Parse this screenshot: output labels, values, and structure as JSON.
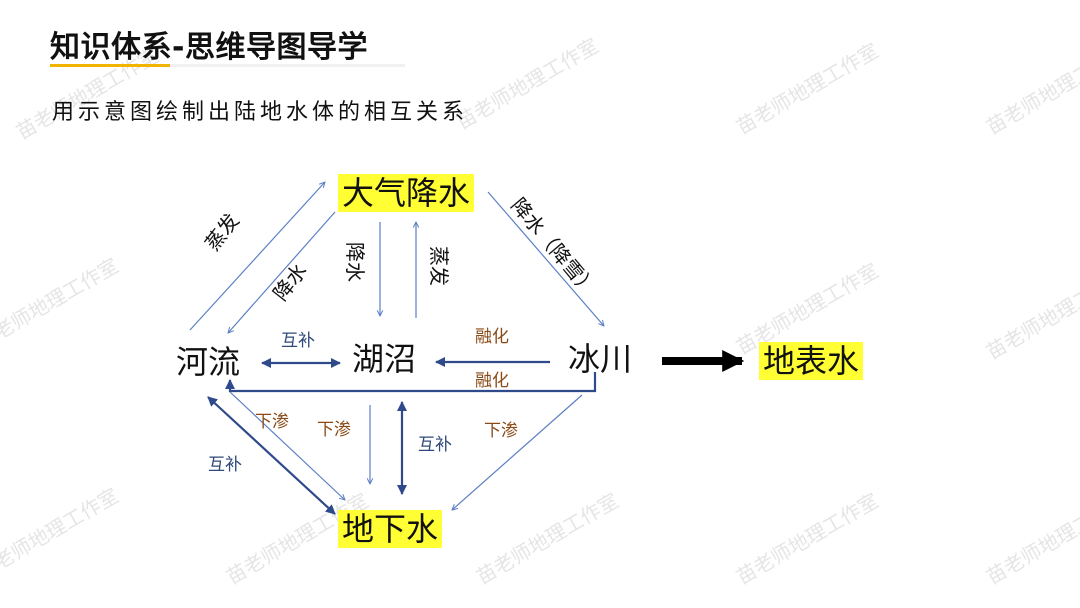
{
  "slide": {
    "title": "知识体系-思维导图导学",
    "subtitle": "用示意图绘制出陆地水体的相互关系",
    "watermark": "苗老师地理工作室"
  },
  "nodes": {
    "precipitation": "大气降水",
    "river": "河流",
    "lake": "湖沼",
    "glacier": "冰川",
    "groundwater": "地下水",
    "surface_water": "地表水"
  },
  "edges": {
    "river_to_precip": "蒸发",
    "precip_to_river": "降水",
    "precip_to_lake": "降水",
    "lake_to_precip": "蒸发",
    "precip_to_glacier": "降水（降雪）",
    "river_lake": "互补",
    "glacier_to_lake": "融化",
    "glacier_to_river": "融化",
    "river_to_ground_seep": "下渗",
    "river_ground_mutual": "互补",
    "lake_to_ground_seep": "下渗",
    "lake_ground_mutual": "互补",
    "glacier_to_ground_seep": "下渗"
  },
  "colors": {
    "highlight": "#ffff33",
    "thin_arrow": "#5b7fc4",
    "thick_arrow": "#2f4a8a",
    "brown_label": "#8b4a16",
    "title_accent": "#f2b400"
  }
}
